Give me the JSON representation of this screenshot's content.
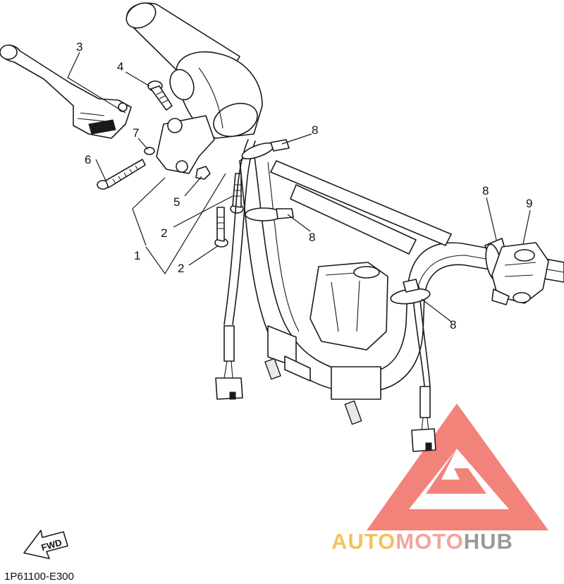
{
  "callouts": {
    "c1": "1",
    "c2a": "2",
    "c2b": "2",
    "c3": "3",
    "c4": "4",
    "c5": "5",
    "c6": "6",
    "c7": "7",
    "c8a": "8",
    "c8b": "8",
    "c8c": "8",
    "c8d": "8",
    "c9": "9"
  },
  "fwd_label": "FWD",
  "figure_code": "1P61100-E300",
  "watermark": {
    "part1": "AUTO",
    "part2": "MOTO",
    "part3": "HUB",
    "colors": {
      "part1": "#f4c25a",
      "part2": "#f2a59b",
      "part3": "#9a9a9a",
      "logo": "#f06e64"
    }
  }
}
